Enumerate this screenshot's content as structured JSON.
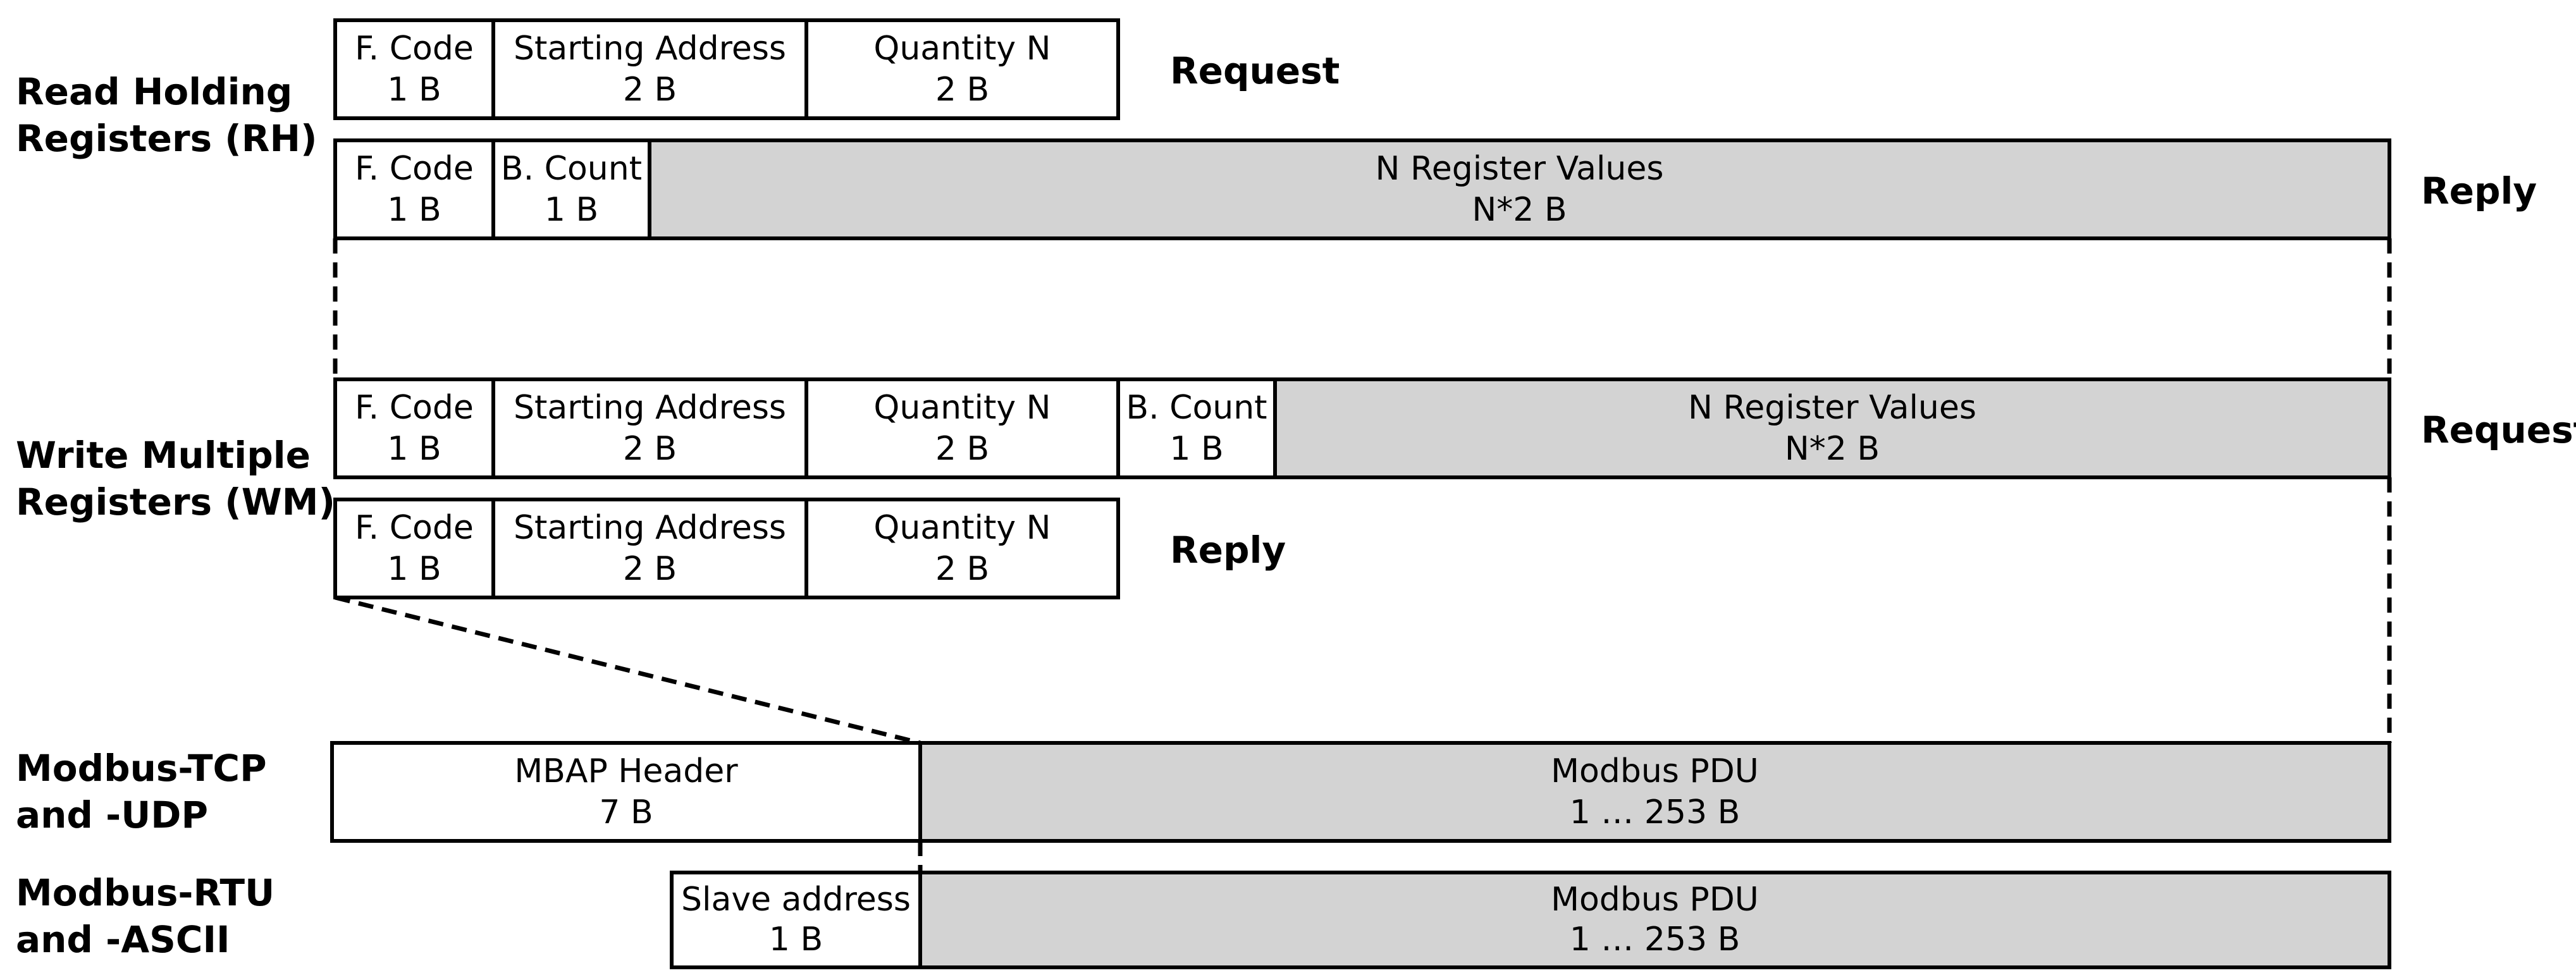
{
  "colors": {
    "shaded": "#d3d3d3",
    "plain": "#ffffff",
    "stroke": "#000000"
  },
  "row_labels": {
    "rh": [
      "Read Holding",
      "Registers (RH)"
    ],
    "wm": [
      "Write Multiple",
      "Registers (WM)"
    ],
    "tcp": [
      "Modbus-TCP",
      "and -UDP"
    ],
    "rtu": [
      "Modbus-RTU",
      "and -ASCII"
    ]
  },
  "side_labels": {
    "rh_request": "Request",
    "rh_reply": "Reply",
    "wm_request": "Request",
    "wm_reply": "Reply"
  },
  "frames": {
    "rh_request": [
      {
        "l1": "F. Code",
        "l2": "1 B",
        "shaded": false
      },
      {
        "l1": "Starting Address",
        "l2": "2 B",
        "shaded": false
      },
      {
        "l1": "Quantity N",
        "l2": "2 B",
        "shaded": false
      }
    ],
    "rh_reply": [
      {
        "l1": "F. Code",
        "l2": "1 B",
        "shaded": false
      },
      {
        "l1": "B. Count",
        "l2": "1 B",
        "shaded": false
      },
      {
        "l1": "N Register Values",
        "l2": "N*2 B",
        "shaded": true
      }
    ],
    "wm_request": [
      {
        "l1": "F. Code",
        "l2": "1 B",
        "shaded": false
      },
      {
        "l1": "Starting Address",
        "l2": "2 B",
        "shaded": false
      },
      {
        "l1": "Quantity N",
        "l2": "2 B",
        "shaded": false
      },
      {
        "l1": "B. Count",
        "l2": "1 B",
        "shaded": false
      },
      {
        "l1": "N Register Values",
        "l2": "N*2 B",
        "shaded": true
      }
    ],
    "wm_reply": [
      {
        "l1": "F. Code",
        "l2": "1 B",
        "shaded": false
      },
      {
        "l1": "Starting Address",
        "l2": "2 B",
        "shaded": false
      },
      {
        "l1": "Quantity N",
        "l2": "2 B",
        "shaded": false
      }
    ],
    "tcp": [
      {
        "l1": "MBAP Header",
        "l2": "7 B",
        "shaded": false
      },
      {
        "l1": "Modbus PDU",
        "l2": "1 … 253 B",
        "shaded": true
      }
    ],
    "rtu": [
      {
        "l1": "Slave address",
        "l2": "1 B",
        "shaded": false
      },
      {
        "l1": "Modbus PDU",
        "l2": "1 … 253 B",
        "shaded": true
      }
    ]
  }
}
